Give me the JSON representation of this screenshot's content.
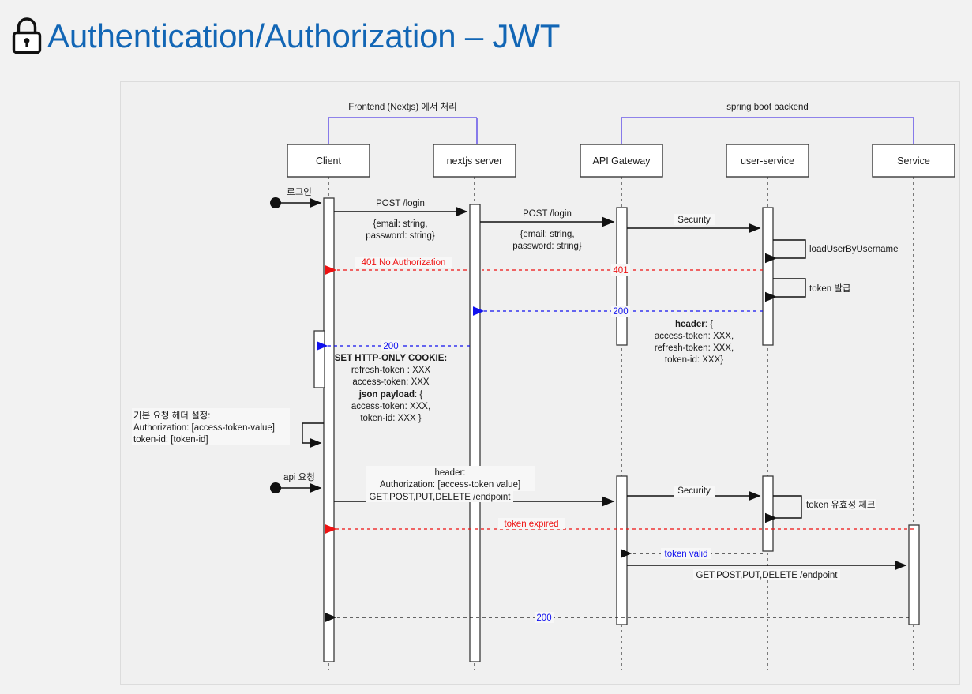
{
  "page": {
    "title": "Authentication/Authorization – JWT",
    "title_color": "#1266b5",
    "lock_icon": "lock-icon",
    "background": "#f2f2f2"
  },
  "diagram": {
    "type": "sequence-diagram",
    "groups": [
      {
        "label": "Frontend (Nextjs) 에서 처리",
        "color": "#6d5de8",
        "spans": [
          "Client",
          "nextjs server"
        ]
      },
      {
        "label": "spring boot backend",
        "color": "#6d5de8",
        "spans": [
          "API Gateway",
          "Service"
        ]
      }
    ],
    "participants": [
      {
        "name": "Client"
      },
      {
        "name": "nextjs server"
      },
      {
        "name": "API Gateway"
      },
      {
        "name": "user-service"
      },
      {
        "name": "Service"
      }
    ],
    "actors": [
      {
        "label": "로그인"
      },
      {
        "label": "api 요청"
      }
    ],
    "messages": [
      {
        "id": "m1",
        "label": "POST /login",
        "from": "Client",
        "to": "nextjs server",
        "kind": "solid",
        "color": "#111111"
      },
      {
        "id": "m2",
        "label": "{email: string,",
        "label2": "password: string}",
        "from": "Client",
        "to": "nextjs server",
        "kind": "note",
        "color": "#111111"
      },
      {
        "id": "m3",
        "label": "POST /login",
        "from": "nextjs server",
        "to": "API Gateway",
        "kind": "solid",
        "color": "#111111"
      },
      {
        "id": "m4",
        "label": "{email: string,",
        "label2": "password: string}",
        "from": "nextjs server",
        "to": "API Gateway",
        "kind": "note",
        "color": "#111111"
      },
      {
        "id": "m5",
        "label": "Security",
        "from": "API Gateway",
        "to": "user-service",
        "kind": "solid",
        "color": "#111111"
      },
      {
        "id": "m6",
        "label": "loadUserByUsername",
        "from": "user-service",
        "to": "user-service",
        "kind": "self",
        "color": "#111111"
      },
      {
        "id": "m7",
        "label": "401 No Authorization",
        "from": "nextjs server",
        "to": "Client",
        "kind": "dashed",
        "color": "#ee1111"
      },
      {
        "id": "m8",
        "label": "401",
        "from": "user-service",
        "to": "API Gateway",
        "kind": "dashed",
        "color": "#ee1111"
      },
      {
        "id": "m9",
        "label": "token 발급",
        "from": "user-service",
        "to": "user-service",
        "kind": "self",
        "color": "#111111"
      },
      {
        "id": "m10",
        "label": "200",
        "from": "user-service",
        "to": "nextjs server",
        "kind": "dashed",
        "color": "#1111ee"
      },
      {
        "id": "m11",
        "label": "header: {",
        "label_bold": "header",
        "from": "API Gateway",
        "to": "nextjs server",
        "kind": "note",
        "color": "#111111"
      },
      {
        "id": "m12",
        "label": "200",
        "from": "nextjs server",
        "to": "Client",
        "kind": "dashed",
        "color": "#1111ee"
      },
      {
        "id": "m13",
        "label": "api 요청 header note",
        "from": "Client",
        "to": "API Gateway",
        "kind": "note",
        "color": "#111111"
      },
      {
        "id": "m14",
        "label": "GET,POST,PUT,DELETE /endpoint",
        "from": "Client",
        "to": "API Gateway",
        "kind": "solid",
        "color": "#111111"
      },
      {
        "id": "m15",
        "label": "Security",
        "from": "API Gateway",
        "to": "user-service",
        "kind": "solid",
        "color": "#111111"
      },
      {
        "id": "m16",
        "label": "token 유효성 체크",
        "from": "user-service",
        "to": "user-service",
        "kind": "self",
        "color": "#111111"
      },
      {
        "id": "m17",
        "label": "token expired",
        "from": "Service",
        "to": "Client",
        "kind": "dashed",
        "color": "#ee1111"
      },
      {
        "id": "m18",
        "label": "token valid",
        "from": "user-service",
        "to": "API Gateway",
        "kind": "dashed",
        "color": "#1111ee"
      },
      {
        "id": "m19",
        "label": "GET,POST,PUT,DELETE /endpoint",
        "from": "API Gateway",
        "to": "Service",
        "kind": "solid",
        "color": "#111111"
      },
      {
        "id": "m20",
        "label": "200",
        "from": "Service",
        "to": "Client",
        "kind": "dashed",
        "color": "#1111ee"
      }
    ],
    "notes": {
      "client_request_header": {
        "line1": "기본 요청 헤더 설정:",
        "line2": "Authorization:  [access-token-value]",
        "line3": "token-id: [token-id]"
      },
      "set_cookie": {
        "line1": "SET HTTP-ONLY COOKIE:",
        "line2": "refresh-token : XXX",
        "line3": "access-token: XXX",
        "line4a": "json payload",
        "line4b": ": {",
        "line5": "access-token: XXX,",
        "line6": "token-id: XXX }"
      },
      "header_payload": {
        "line1a": "header",
        "line1b": ": {",
        "line2": "access-token: XXX,",
        "line3": "refresh-token: XXX,",
        "line4": "token-id: XXX}"
      },
      "api_header": {
        "line1": "header:",
        "line2": "Authorization: [access-token value]"
      }
    }
  }
}
